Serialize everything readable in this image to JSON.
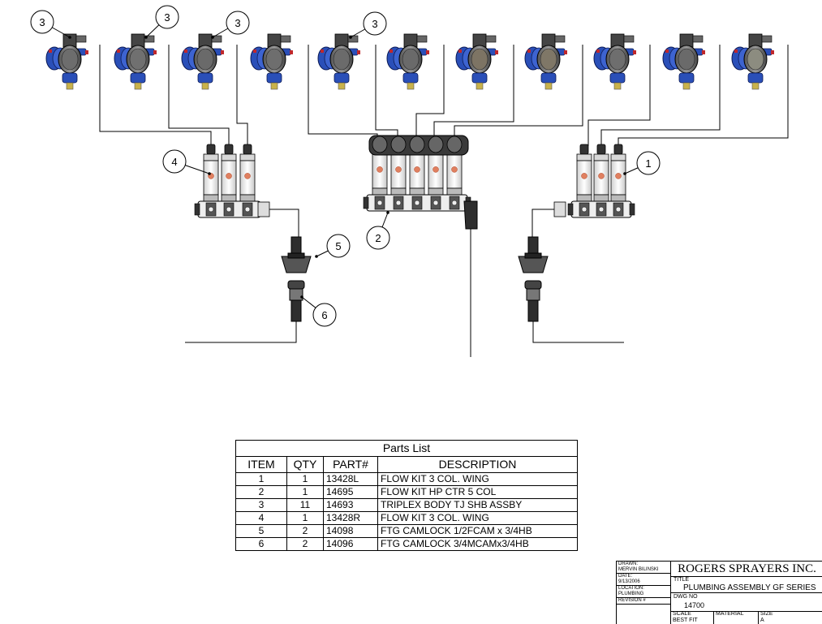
{
  "callouts": [
    {
      "label": "3"
    },
    {
      "label": "3"
    },
    {
      "label": "3"
    },
    {
      "label": "3"
    },
    {
      "label": "4"
    },
    {
      "label": "2"
    },
    {
      "label": "1"
    },
    {
      "label": "5"
    },
    {
      "label": "6"
    }
  ],
  "nozzle_count": 11,
  "colors": {
    "nozzle_blue": "#2a4fb8",
    "nozzle_dark": "#3a3a3a",
    "nozzle_red": "#c0282c",
    "manifold_body": "#eeeeee",
    "fitting_dark": "#2e2e2e",
    "line": "#000000"
  },
  "parts_list": {
    "title": "Parts List",
    "headers": [
      "ITEM",
      "QTY",
      "PART#",
      "DESCRIPTION"
    ],
    "rows": [
      [
        "1",
        "1",
        "13428L",
        "FLOW KIT 3 COL. WING"
      ],
      [
        "2",
        "1",
        "14695",
        "FLOW KIT HP CTR 5 COL"
      ],
      [
        "3",
        "11",
        "14693",
        "TRIPLEX BODY TJ SHB ASSBY"
      ],
      [
        "4",
        "1",
        "13428R",
        "FLOW KIT 3 COL. WING"
      ],
      [
        "5",
        "2",
        "14098",
        "FTG CAMLOCK 1/2FCAM x 3/4HB"
      ],
      [
        "6",
        "2",
        "14096",
        "FTG CAMLOCK 3/4MCAMx3/4HB"
      ]
    ]
  },
  "title_block": {
    "drawn_label": "DRAWN:",
    "drawn_value": "MERVIN BILINSKI",
    "date_label": "DATE:",
    "date_value": "9/13/2006",
    "location_label": "LOCATION:",
    "location_value": "PLUMBING",
    "revision_label": "REVISION #",
    "company": "ROGERS SPRAYERS INC.",
    "title_label": "TITLE",
    "title_value": "PLUMBING ASSEMBLY GF SERIES",
    "dwg_label": "DWG NO",
    "dwg_value": "14700",
    "scale_label": "SCALE",
    "scale_value": "BEST FIT",
    "material_label": "MATERIAL",
    "size_label": "SIZE",
    "size_value": "A"
  }
}
